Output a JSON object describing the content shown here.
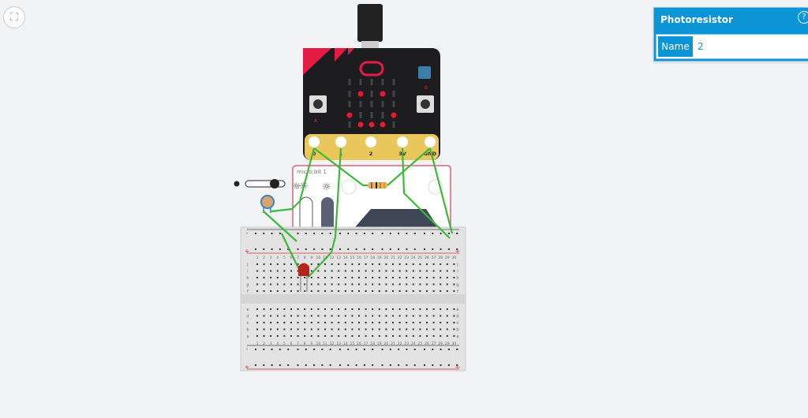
{
  "inspector": {
    "title": "Photoresistor",
    "help_icon": "?",
    "fields": [
      {
        "label": "Name",
        "value": "2"
      }
    ]
  },
  "microbit": {
    "pins": [
      "0",
      "1",
      "2",
      "3V",
      "GND"
    ],
    "button_labels": [
      "A",
      "B"
    ],
    "led_matrix": [
      [
        0,
        0,
        0,
        0,
        0
      ],
      [
        0,
        1,
        0,
        1,
        0
      ],
      [
        0,
        0,
        0,
        0,
        0
      ],
      [
        1,
        0,
        0,
        0,
        1
      ],
      [
        0,
        1,
        1,
        1,
        0
      ]
    ],
    "led_color": "#e8182f",
    "board_color": "#1d1d1f",
    "accent_color": "#e61b44"
  },
  "simulator": {
    "title": "micro:bit 1"
  },
  "breadboard": {
    "columns": 30,
    "row_labels_top": [
      "j",
      "i",
      "h",
      "g",
      "f"
    ],
    "row_labels_bottom": [
      "e",
      "d",
      "c",
      "b",
      "a"
    ],
    "rail_plus": "+",
    "rail_minus": "-"
  },
  "wire_color": "#3cb93c"
}
